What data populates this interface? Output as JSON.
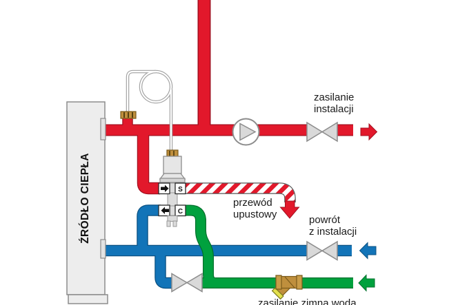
{
  "colors": {
    "red": "#e2182b",
    "blue": "#1274b8",
    "green": "#00a13e",
    "valve_gray": "#d9d9d9",
    "tank_fill": "#ededed",
    "brass": "#bf8f3d",
    "text": "#1a1a1a"
  },
  "tank": {
    "label": "ŹRÓDŁO CIEPŁA"
  },
  "mixing_valve": {
    "supply_port_label": "S",
    "cold_port_label": "C"
  },
  "labels": {
    "supply": "zasilanie\ninstalacji",
    "relief": "przewód\nupustowy",
    "return": "powrót\nz instalacji",
    "cold_water": "zasilanie zimną wodą"
  },
  "icons": {
    "pump": "circle-with-triangle",
    "shutoff_valve": "bowtie-gate-valve",
    "strainer": "y-filter",
    "flow_arrow": "block-arrow",
    "capillary": "sensor-coil-tube"
  }
}
